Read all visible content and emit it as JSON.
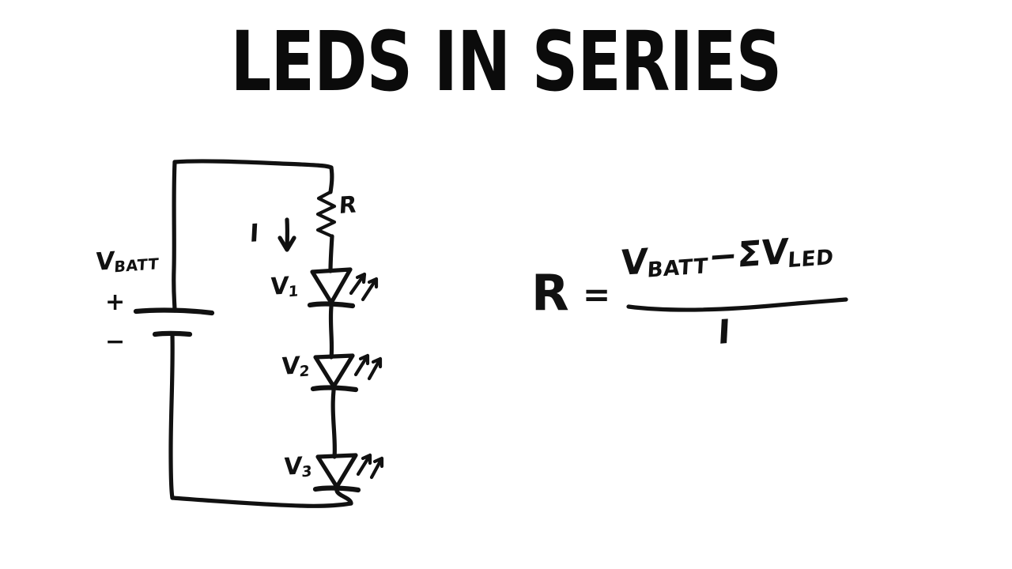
{
  "page": {
    "background_color": "#ffffff",
    "ink_color": "#111111",
    "title": "LEDS IN SERIES"
  },
  "circuit": {
    "name": "leds-in-series-circuit",
    "battery": {
      "label": "V",
      "label_subscript": "BATT",
      "plus_sign": "+",
      "minus_sign": "−"
    },
    "resistor": {
      "label": "R"
    },
    "current": {
      "label": "I",
      "arrow_direction": "down"
    },
    "leds": [
      {
        "label": "V",
        "subscript": "1"
      },
      {
        "label": "V",
        "subscript": "2"
      },
      {
        "label": "V",
        "subscript": "3"
      }
    ]
  },
  "formula": {
    "lhs": "R",
    "equals": "=",
    "numerator_v": "V",
    "numerator_v_sub": "BATT",
    "numerator_minus": "−",
    "numerator_sigma": "Σ",
    "numerator_v2": "V",
    "numerator_v2_sub": "LED",
    "denominator": "I",
    "plain_text": "R = ( V_BATT - ΣV_LED ) / I"
  }
}
